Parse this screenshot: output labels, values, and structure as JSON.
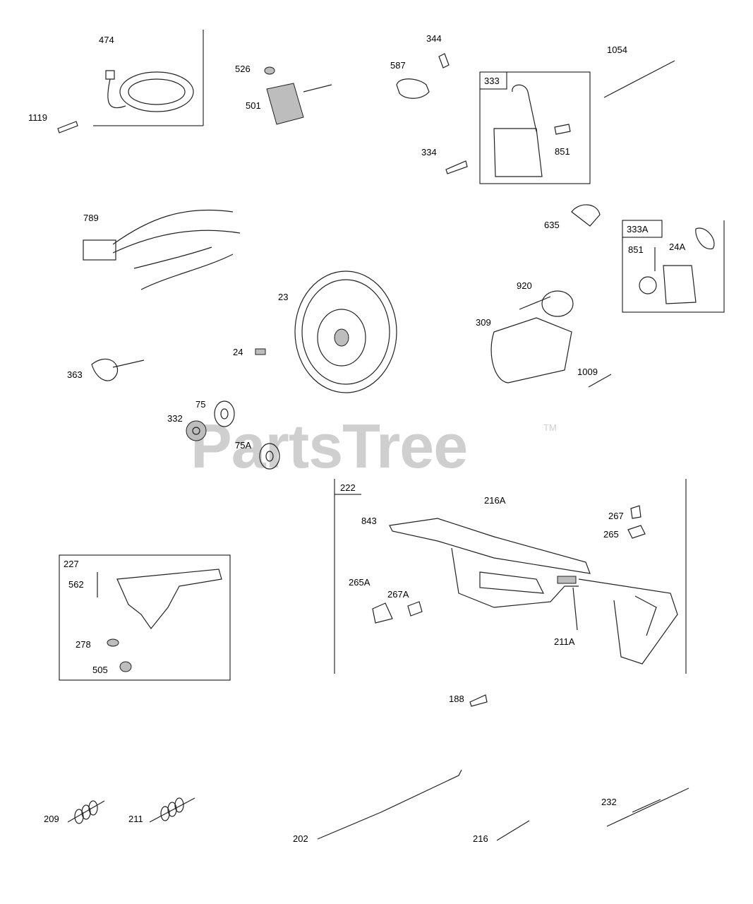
{
  "watermark": {
    "text": "PartsTree",
    "trademark": "TM"
  },
  "groups": {
    "g333": "333",
    "g333A": "333A",
    "g222": "222",
    "g227": "227"
  },
  "labels": {
    "p474": "474",
    "p1119": "1119",
    "p526": "526",
    "p501": "501",
    "p344": "344",
    "p587": "587",
    "p334": "334",
    "p851": "851",
    "p1054": "1054",
    "p789": "789",
    "p635": "635",
    "p851b": "851",
    "p24A": "24A",
    "p920": "920",
    "p309": "309",
    "p1009": "1009",
    "p23": "23",
    "p24": "24",
    "p363": "363",
    "p75": "75",
    "p332": "332",
    "p75A": "75A",
    "p843": "843",
    "p216A": "216A",
    "p267": "267",
    "p265": "265",
    "p265A": "265A",
    "p267A": "267A",
    "p211A": "211A",
    "p562": "562",
    "p278": "278",
    "p505": "505",
    "p188": "188",
    "p209": "209",
    "p211": "211",
    "p202": "202",
    "p216": "216",
    "p232": "232"
  }
}
